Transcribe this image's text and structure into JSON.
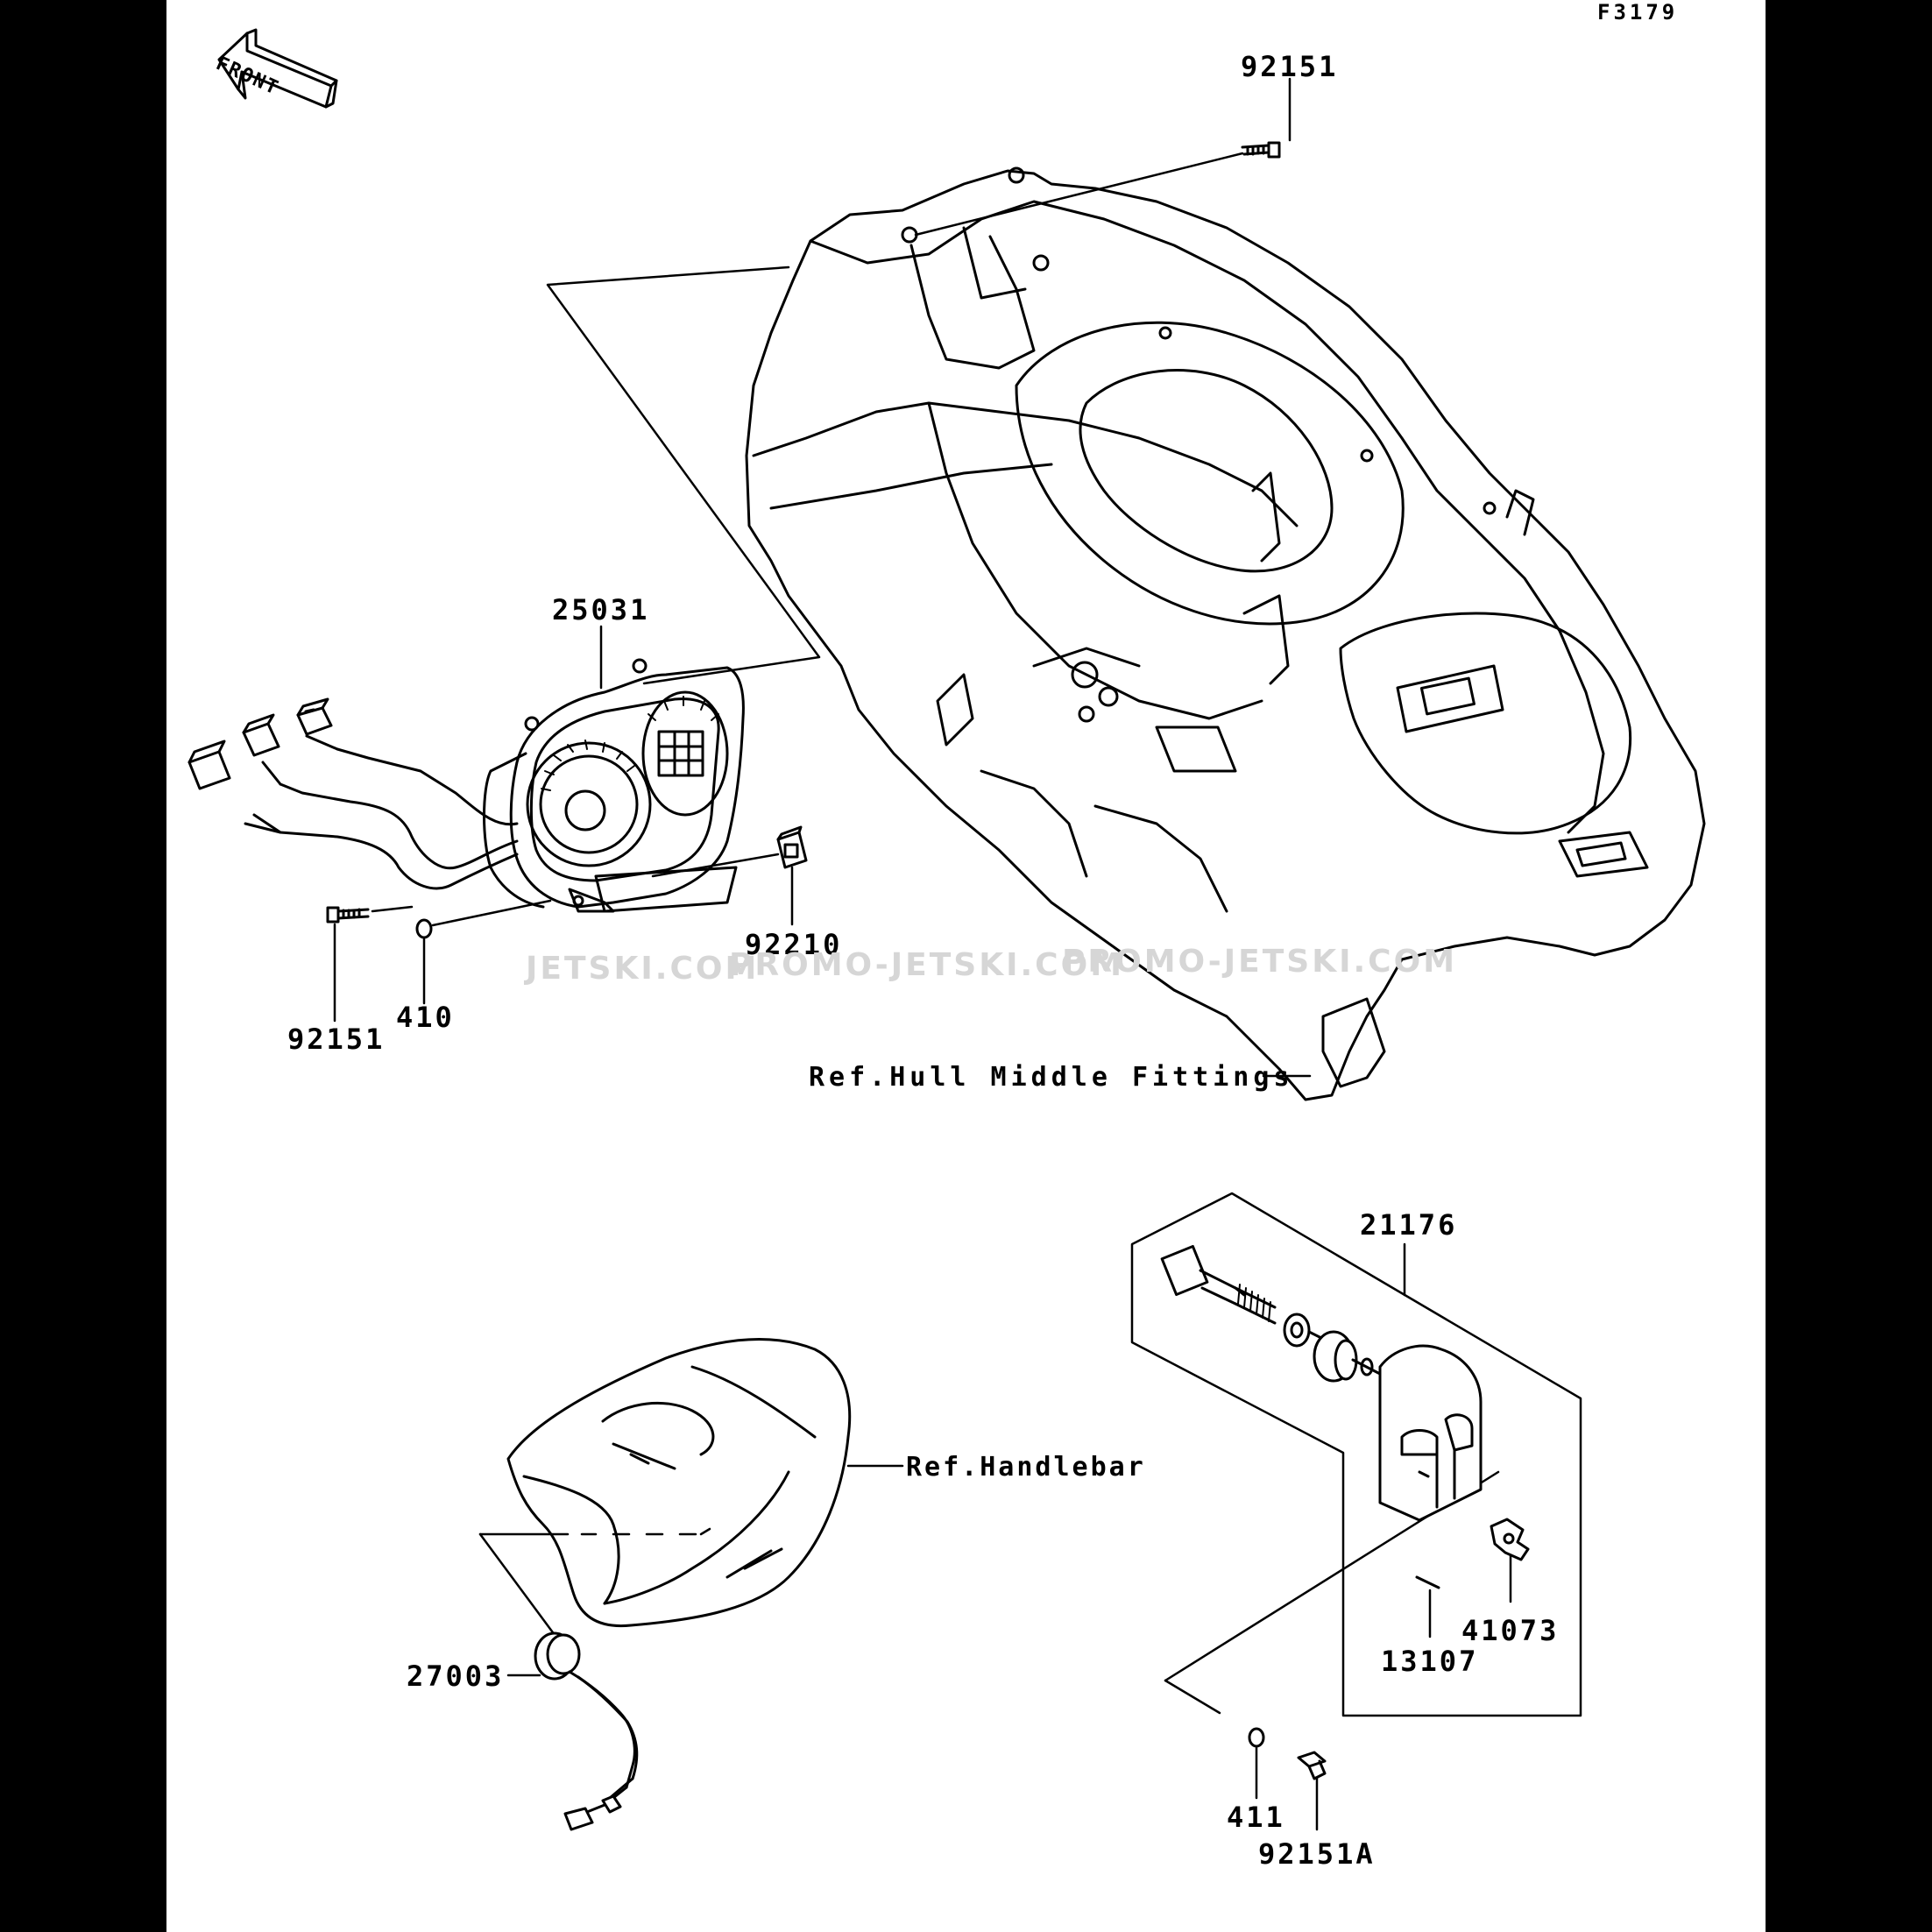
{
  "figure_id": "F3179",
  "front_arrow": {
    "text": "FRONT"
  },
  "labels": {
    "p92151_top": "92151",
    "p25031": "25031",
    "p92210": "92210",
    "p92151_left": "92151",
    "p410": "410",
    "ref_hull": "Ref.Hull Middle Fittings",
    "p21176": "21176",
    "ref_handlebar": "Ref.Handlebar",
    "p27003": "27003",
    "p41073": "41073",
    "p13107": "13107",
    "p411": "411",
    "p92151A": "92151A"
  },
  "watermarks": [
    "JETSKI.COM",
    "PROMO-JETSKI.COM",
    "PROMO-JETSKI.COM"
  ],
  "colors": {
    "background": "#000000",
    "sheet": "#ffffff",
    "line": "#000000",
    "watermark": "#d6d6d6"
  }
}
